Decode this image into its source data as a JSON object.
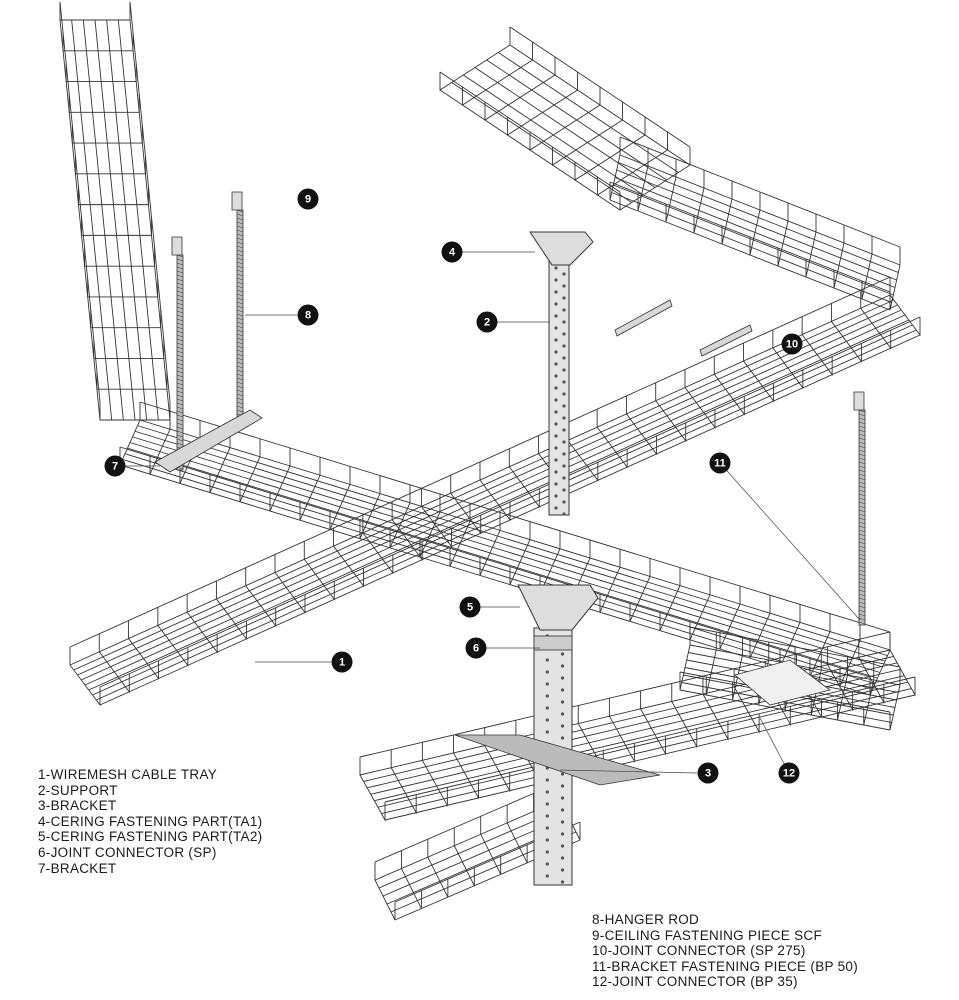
{
  "legend_left": [
    "1-WIREMESH CABLE TRAY",
    "2-SUPPORT",
    "3-BRACKET",
    "4-CERING FASTENING PART(TA1)",
    "5-CERING FASTENING PART(TA2)",
    "6-JOINT CONNECTOR (SP)",
    "7-BRACKET"
  ],
  "legend_right": [
    "8-HANGER ROD",
    "9-CEILING FASTENING PIECE SCF",
    "10-JOINT CONNECTOR (SP 275)",
    "11-BRACKET FASTENING PIECE (BP 50)",
    "12-JOINT CONNECTOR (BP 35)"
  ],
  "callouts": [
    "1",
    "2",
    "3",
    "4",
    "5",
    "6",
    "7",
    "8",
    "9",
    "10",
    "11",
    "12"
  ],
  "colors": {
    "line": "#333333",
    "callout_fill": "#111111",
    "metal": "#d8d8d8"
  }
}
